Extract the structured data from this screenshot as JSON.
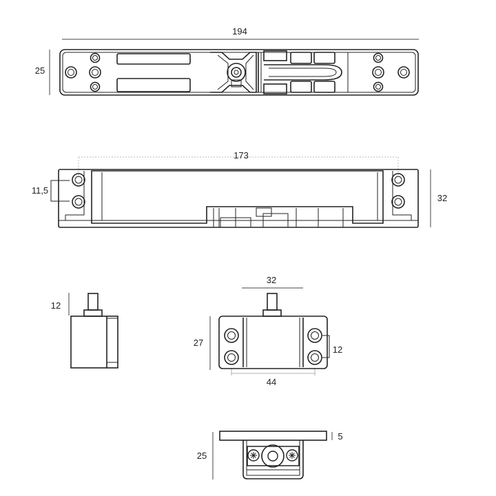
{
  "dimensions": {
    "top_view_length": "194",
    "top_view_width": "25",
    "side_view_hole_spacing_long": "173",
    "side_view_hole_pitch": "11,5",
    "side_view_height": "32",
    "small_block_pin_height": "12",
    "front_block_width": "32",
    "front_block_height": "27",
    "front_block_hole_pitch": "12",
    "front_block_hole_spacing": "44",
    "end_view_flange": "5",
    "end_view_height": "25"
  }
}
